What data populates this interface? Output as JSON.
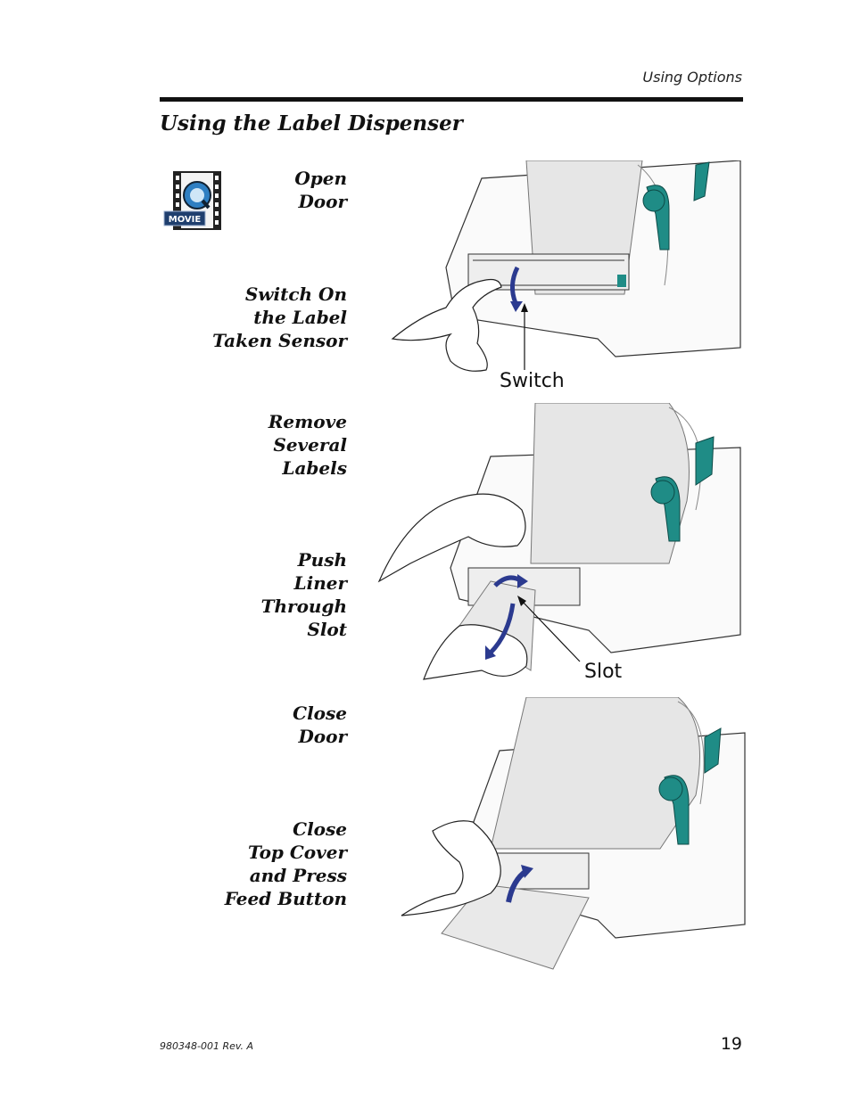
{
  "header": {
    "running_head": "Using Options"
  },
  "section": {
    "title": "Using the Label Dispenser"
  },
  "movie_icon": {
    "badge": "MOVIE",
    "icon": "movie-film-icon"
  },
  "steps": [
    {
      "label": "Open\nDoor"
    },
    {
      "label": "Switch On\nthe Label\nTaken Sensor"
    },
    {
      "label": "Remove\nSeveral\nLabels"
    },
    {
      "label": "Push\nLiner\nThrough\nSlot"
    },
    {
      "label": "Close\nDoor"
    },
    {
      "label": "Close\nTop Cover\nand Press\nFeed Button"
    }
  ],
  "callouts": {
    "switch": "Switch",
    "slot": "Slot"
  },
  "colors": {
    "arrow": "#2b3a8f",
    "spindle": "#1f8c86",
    "rule": "#111111"
  },
  "footer": {
    "doc_number": "980348-001 Rev. A",
    "page_number": "19"
  }
}
